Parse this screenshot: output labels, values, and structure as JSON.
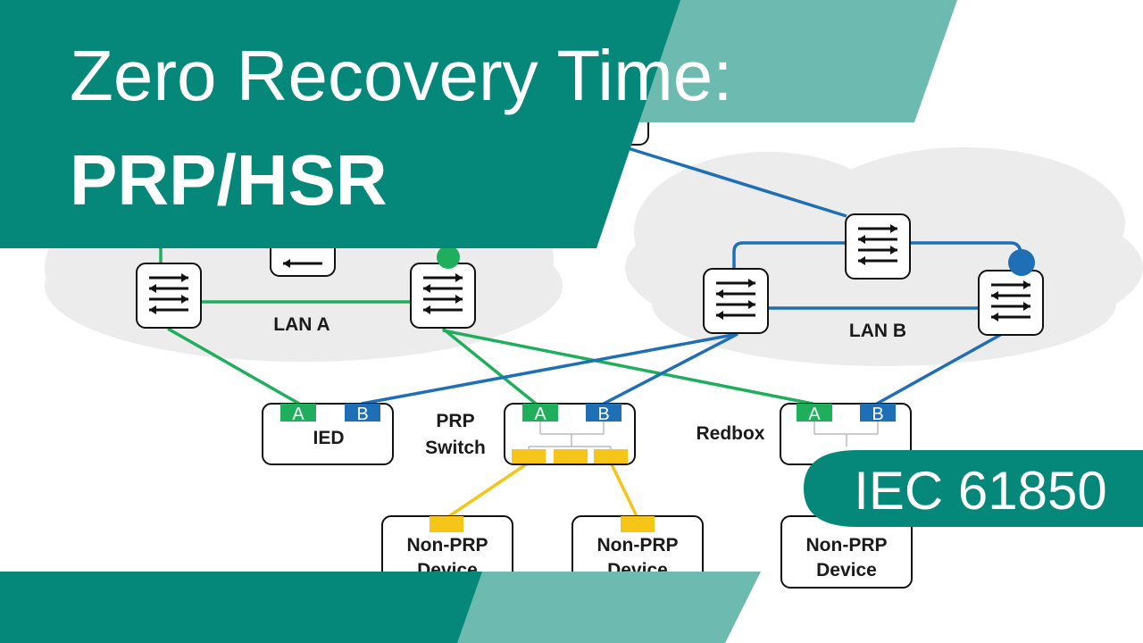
{
  "banner": {
    "title_line1": "Zero Recovery Time:",
    "title_line2": "PRP/HSR"
  },
  "badge": {
    "label": "IEC 61850"
  },
  "diagram": {
    "networks": {
      "lan_a": "LAN A",
      "lan_b": "LAN B"
    },
    "devices": {
      "ied": {
        "label": "IED",
        "port_a": "A",
        "port_b": "B"
      },
      "prp_switch": {
        "label_line1": "PRP",
        "label_line2": "Switch",
        "port_a": "A",
        "port_b": "B"
      },
      "redbox": {
        "label": "Redbox",
        "port_a": "A",
        "port_b": "B"
      },
      "non_prp_1": {
        "line1": "Non-PRP",
        "line2": "Device"
      },
      "non_prp_2": {
        "line1": "Non-PRP",
        "line2": "Device"
      },
      "non_prp_3": {
        "line1": "Non-PRP",
        "line2": "Device"
      }
    }
  },
  "colors": {
    "teal_dark": "#05877a",
    "teal_light": "#6cbab0",
    "lan_a_green": "#1fae5b",
    "lan_b_blue": "#1e6fb5",
    "port_yellow": "#f5c518",
    "cloud_gray": "#ececec",
    "switch_icon": "switch-arrows-icon"
  }
}
